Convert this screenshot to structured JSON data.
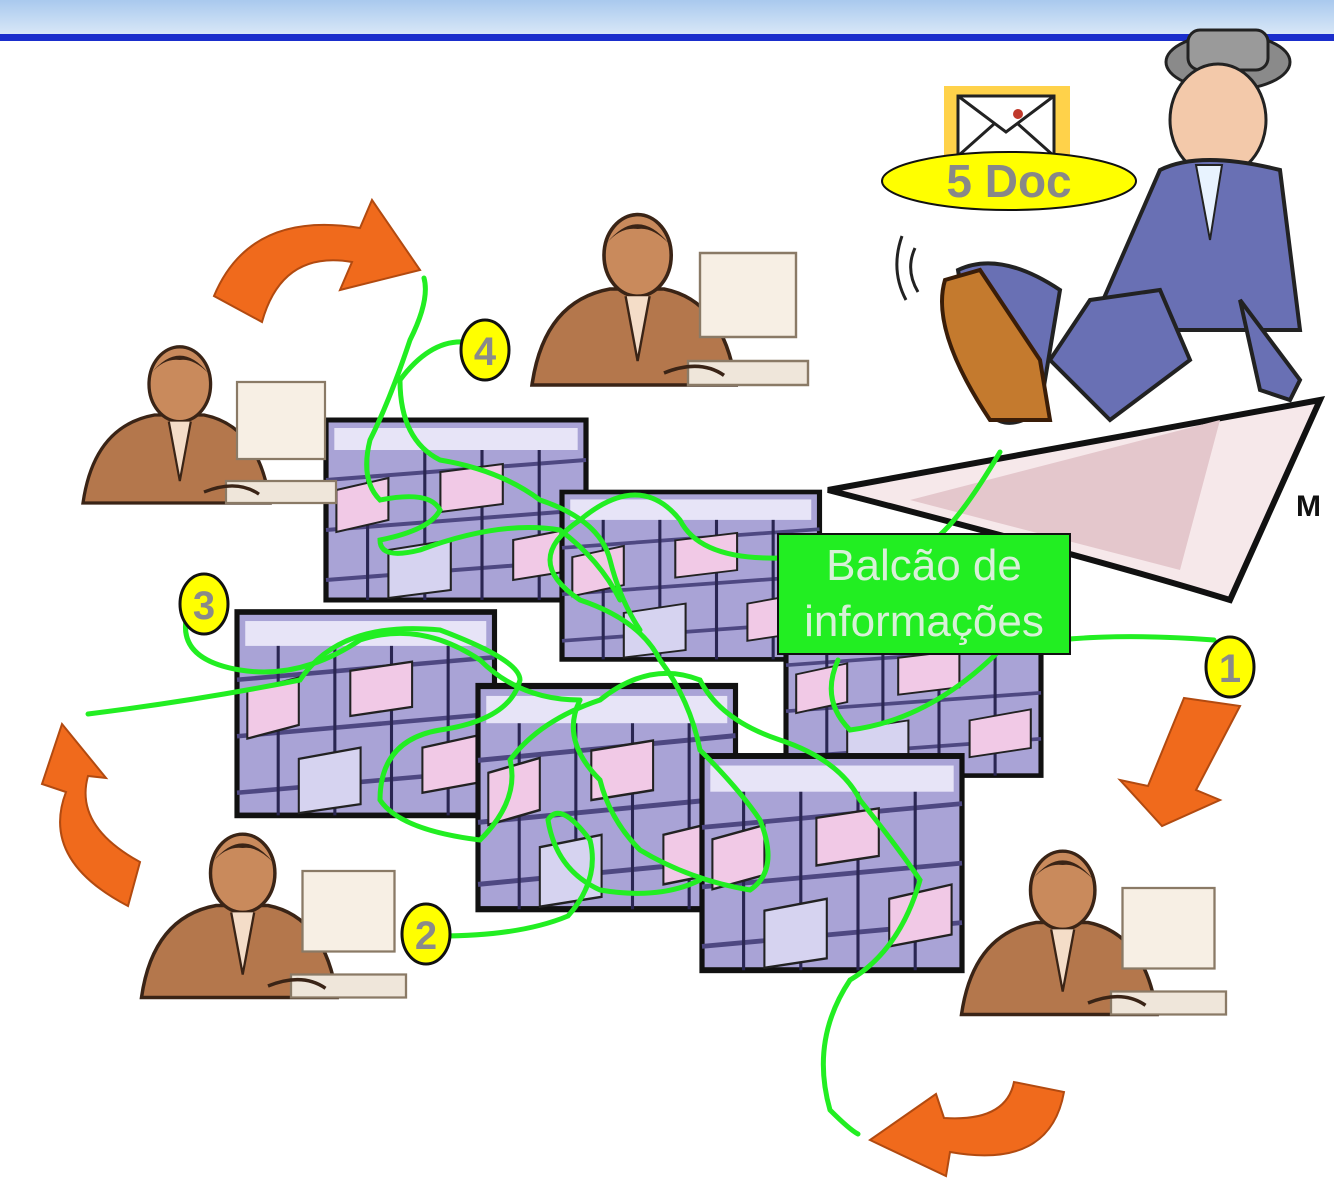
{
  "document_badge": {
    "label": "5 Doc"
  },
  "counter": {
    "line1": "Balcão de",
    "line2": "informações"
  },
  "steps": [
    {
      "label": "1"
    },
    {
      "label": "2"
    },
    {
      "label": "3"
    },
    {
      "label": "4"
    }
  ],
  "cut_off_text": "M",
  "colors": {
    "header": "#1a2ecc",
    "path": "#22ee22",
    "counter": "#22ee22",
    "arrow": "#f06a1c",
    "badge": "#ffff00"
  }
}
